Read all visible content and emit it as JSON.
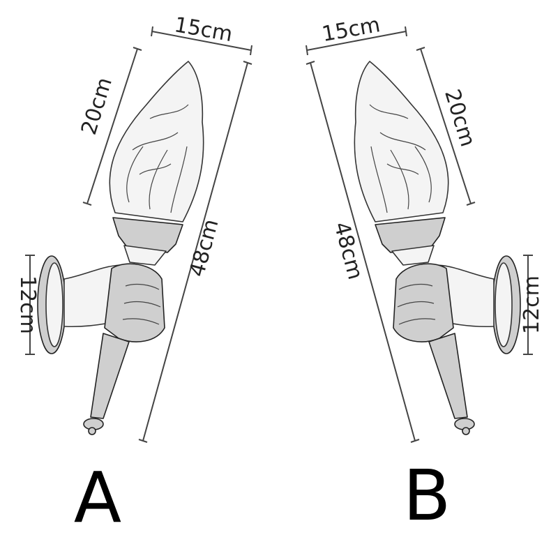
{
  "variants": [
    {
      "letter": "A",
      "dims": {
        "top": "15cm",
        "flame": "20cm",
        "total": "48cm",
        "base": "12cm"
      }
    },
    {
      "letter": "B",
      "dims": {
        "top": "15cm",
        "flame": "20cm",
        "total": "48cm",
        "base": "12cm"
      }
    }
  ],
  "colors": {
    "line": "#333333",
    "fill": "#f4f4f4",
    "label": "#000000"
  }
}
